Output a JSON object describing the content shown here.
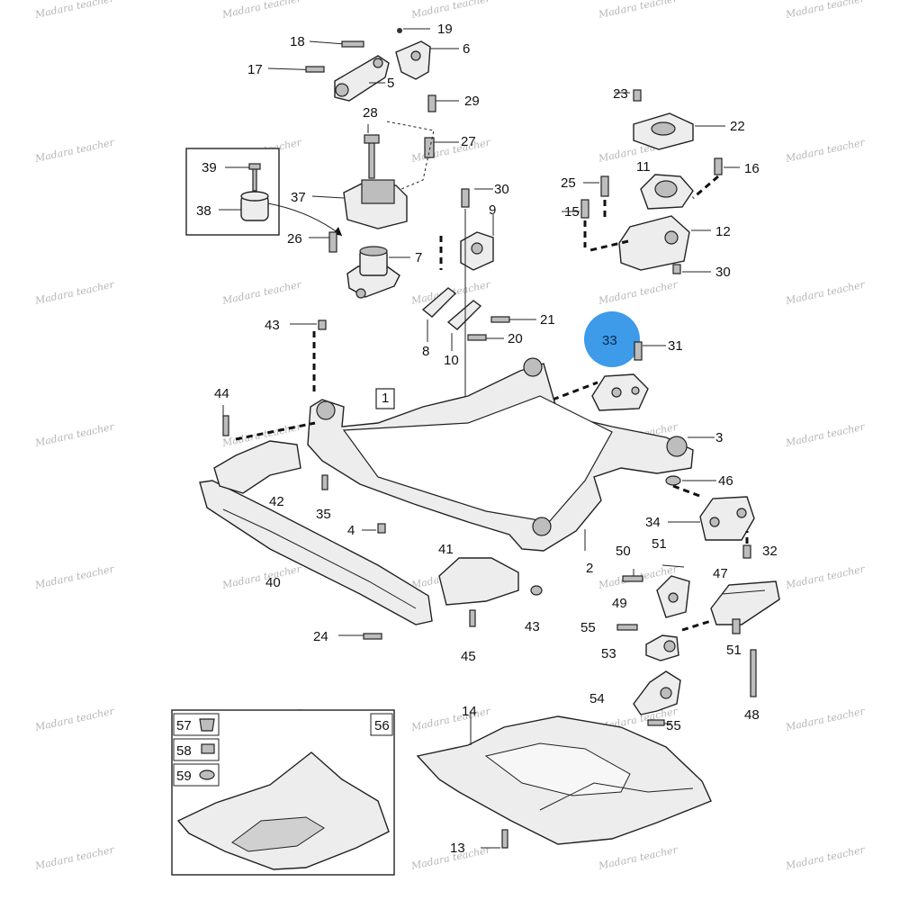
{
  "watermark": "Madara teacher",
  "highlight_color": "#3d9be9",
  "labels": {
    "l1": "1",
    "l2": "2",
    "l3": "3",
    "l4": "4",
    "l5": "5",
    "l6": "6",
    "l7": "7",
    "l8": "8",
    "l9": "9",
    "l10": "10",
    "l11": "11",
    "l12": "12",
    "l13": "13",
    "l14": "14",
    "l15": "15",
    "l16": "16",
    "l17": "17",
    "l18": "18",
    "l19": "19",
    "l20": "20",
    "l21": "21",
    "l22": "22",
    "l23": "23",
    "l24": "24",
    "l25": "25",
    "l26": "26",
    "l27": "27",
    "l28": "28",
    "l29": "29",
    "l30a": "30",
    "l30b": "30",
    "l31": "31",
    "l32": "32",
    "l33": "33",
    "l34": "34",
    "l35": "35",
    "l37": "37",
    "l38": "38",
    "l39": "39",
    "l40": "40",
    "l41": "41",
    "l42": "42",
    "l43a": "43",
    "l43b": "43",
    "l44": "44",
    "l45": "45",
    "l46": "46",
    "l47": "47",
    "l48": "48",
    "l49": "49",
    "l50": "50",
    "l51a": "51",
    "l51b": "51",
    "l53": "53",
    "l54": "54",
    "l55a": "55",
    "l55b": "55",
    "l56": "56",
    "l57": "57",
    "l58": "58",
    "l59": "59"
  }
}
